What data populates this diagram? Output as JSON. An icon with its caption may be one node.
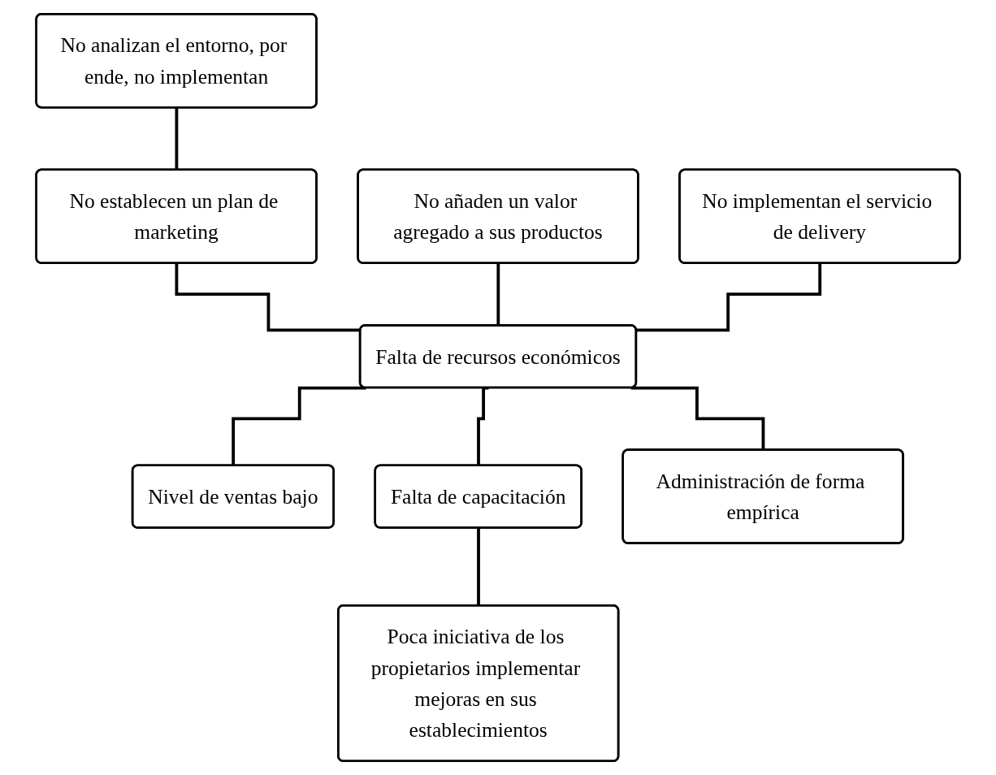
{
  "diagram": {
    "nodes": [
      {
        "text": [
          "No analizan el entorno, por ende, no implementan"
        ]
      },
      {
        "text": [
          "No establecen un plan de marketing"
        ]
      },
      {
        "text": [
          "No añaden un valor agregado a sus productos"
        ]
      },
      {
        "text": [
          "No implementan el servicio de delivery"
        ]
      },
      {
        "text": [
          "Falta de recursos económicos"
        ]
      },
      {
        "text": [
          "Nivel de ventas bajo"
        ]
      },
      {
        "text": [
          "Falta de capacitación"
        ]
      },
      {
        "text": [
          "Administración de forma empírica"
        ]
      },
      {
        "text": [
          "Poca iniciativa de los propietarios implementar mejoras en sus establecimientos"
        ]
      }
    ],
    "edges": [
      {
        "from": 0,
        "to": 1,
        "arrow": "none"
      },
      {
        "from": 1,
        "to": 4,
        "arrow": "none"
      },
      {
        "from": 2,
        "to": 4,
        "arrow": "none"
      },
      {
        "from": 3,
        "to": 4,
        "arrow": "none"
      },
      {
        "from": 4,
        "to": 5,
        "arrow": "none"
      },
      {
        "from": 4,
        "to": 6,
        "arrow": "none"
      },
      {
        "from": 4,
        "to": 7,
        "arrow": "none"
      },
      {
        "from": 6,
        "to": 8,
        "arrow": "none"
      }
    ]
  }
}
